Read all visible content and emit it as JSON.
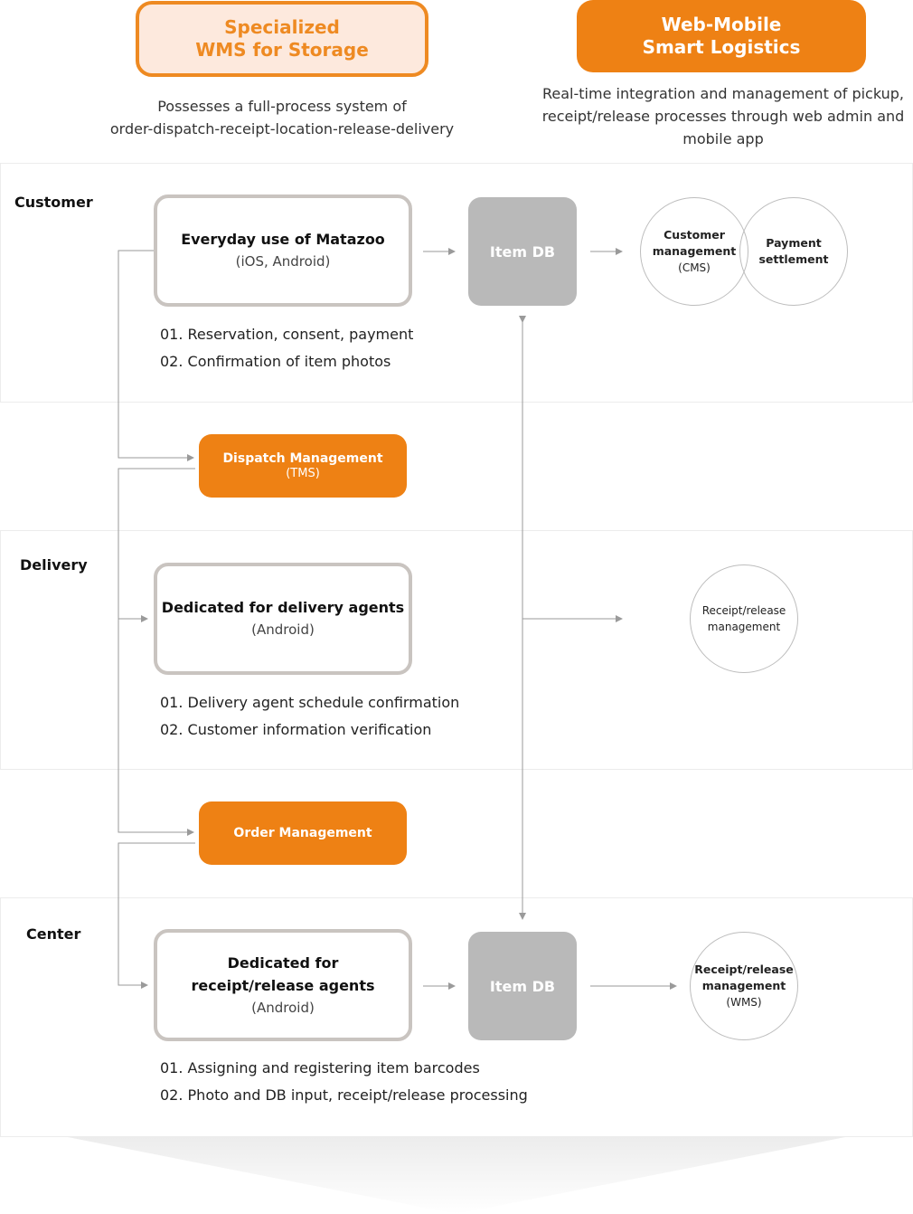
{
  "header": {
    "left_badge": "Specialized\nWMS for Storage",
    "left_desc": "Possesses a full-process system of\norder-dispatch-receipt-location-release-delivery",
    "right_badge": "Web-Mobile\nSmart Logistics",
    "right_desc": "Real-time integration and management of pickup,\nreceipt/release processes through web admin and\nmobile app"
  },
  "customer": {
    "role": "Customer",
    "card_title": "Everyday use of Matazoo",
    "card_sub": "(iOS, Android)",
    "notes": [
      "01. Reservation, consent, payment",
      "02. Confirmation of item photos"
    ],
    "db": "Item DB",
    "circle1_line1": "Customer",
    "circle1_line2": "management",
    "circle1_sub": "(CMS)",
    "circle2_line1": "Payment",
    "circle2_line2": "settlement"
  },
  "dispatch": {
    "title": "Dispatch Management",
    "sub": "(TMS)"
  },
  "delivery": {
    "role": "Delivery",
    "card_title": "Dedicated for delivery agents",
    "card_sub": "(Android)",
    "notes": [
      "01. Delivery agent schedule confirmation",
      "02. Customer information verification"
    ],
    "circle_line1": "Receipt/release",
    "circle_line2": "management"
  },
  "order": {
    "title": "Order Management"
  },
  "center": {
    "role": "Center",
    "card_title": "Dedicated for\nreceipt/release agents",
    "card_sub": "(Android)",
    "notes": [
      "01. Assigning and registering item barcodes",
      "02. Photo and DB input, receipt/release processing"
    ],
    "db": "Item DB",
    "circle_line1": "Receipt/release",
    "circle_line2": "management",
    "circle_sub": "(WMS)"
  },
  "colors": {
    "accent": "#ee8114",
    "accent_light": "#fde9dd",
    "db_gray": "#b9b9b9",
    "line_gray": "#9a9a9a"
  }
}
